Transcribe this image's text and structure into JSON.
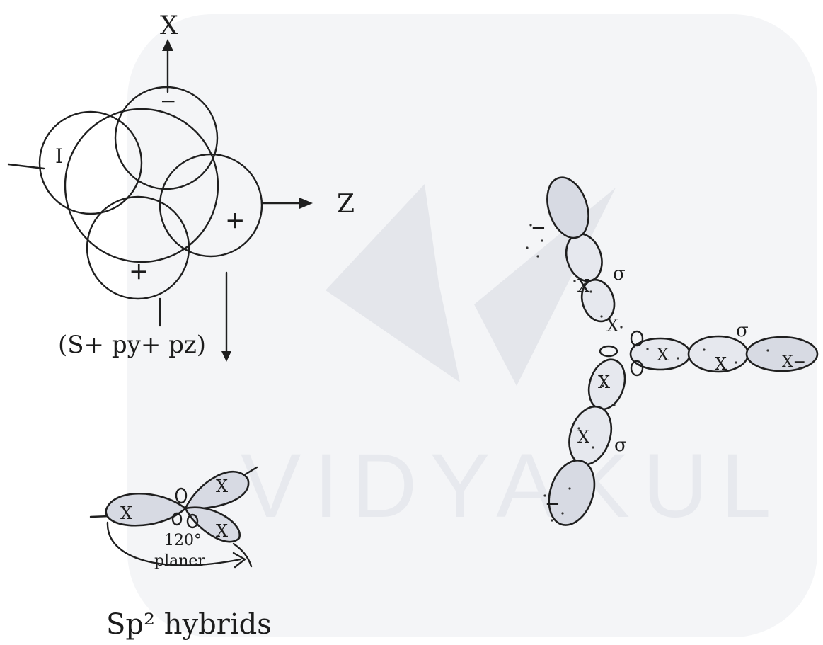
{
  "diagram": {
    "overlap": {
      "axis_x_label": "X",
      "axis_z_label": "Z",
      "lobe_signs": [
        "−",
        "I",
        "+",
        "+"
      ],
      "formula_label": "(S+ py+ pz)"
    },
    "hybrid_small": {
      "lobe_signs": [
        "X",
        "X",
        "X"
      ],
      "angle_label": "120°",
      "plane_label": "planer",
      "caption": "Sp² hybrids"
    },
    "trigonal": {
      "inner_signs": [
        "X",
        "X",
        "X"
      ],
      "outer_signs": [
        "X",
        "X",
        "X"
      ],
      "end_signs": [
        "−",
        "X−",
        "−"
      ],
      "bond_labels": [
        "σ",
        "σ",
        "σ"
      ]
    },
    "watermark": {
      "text": "VIDYAKUL",
      "color": "#e9ebef"
    }
  }
}
